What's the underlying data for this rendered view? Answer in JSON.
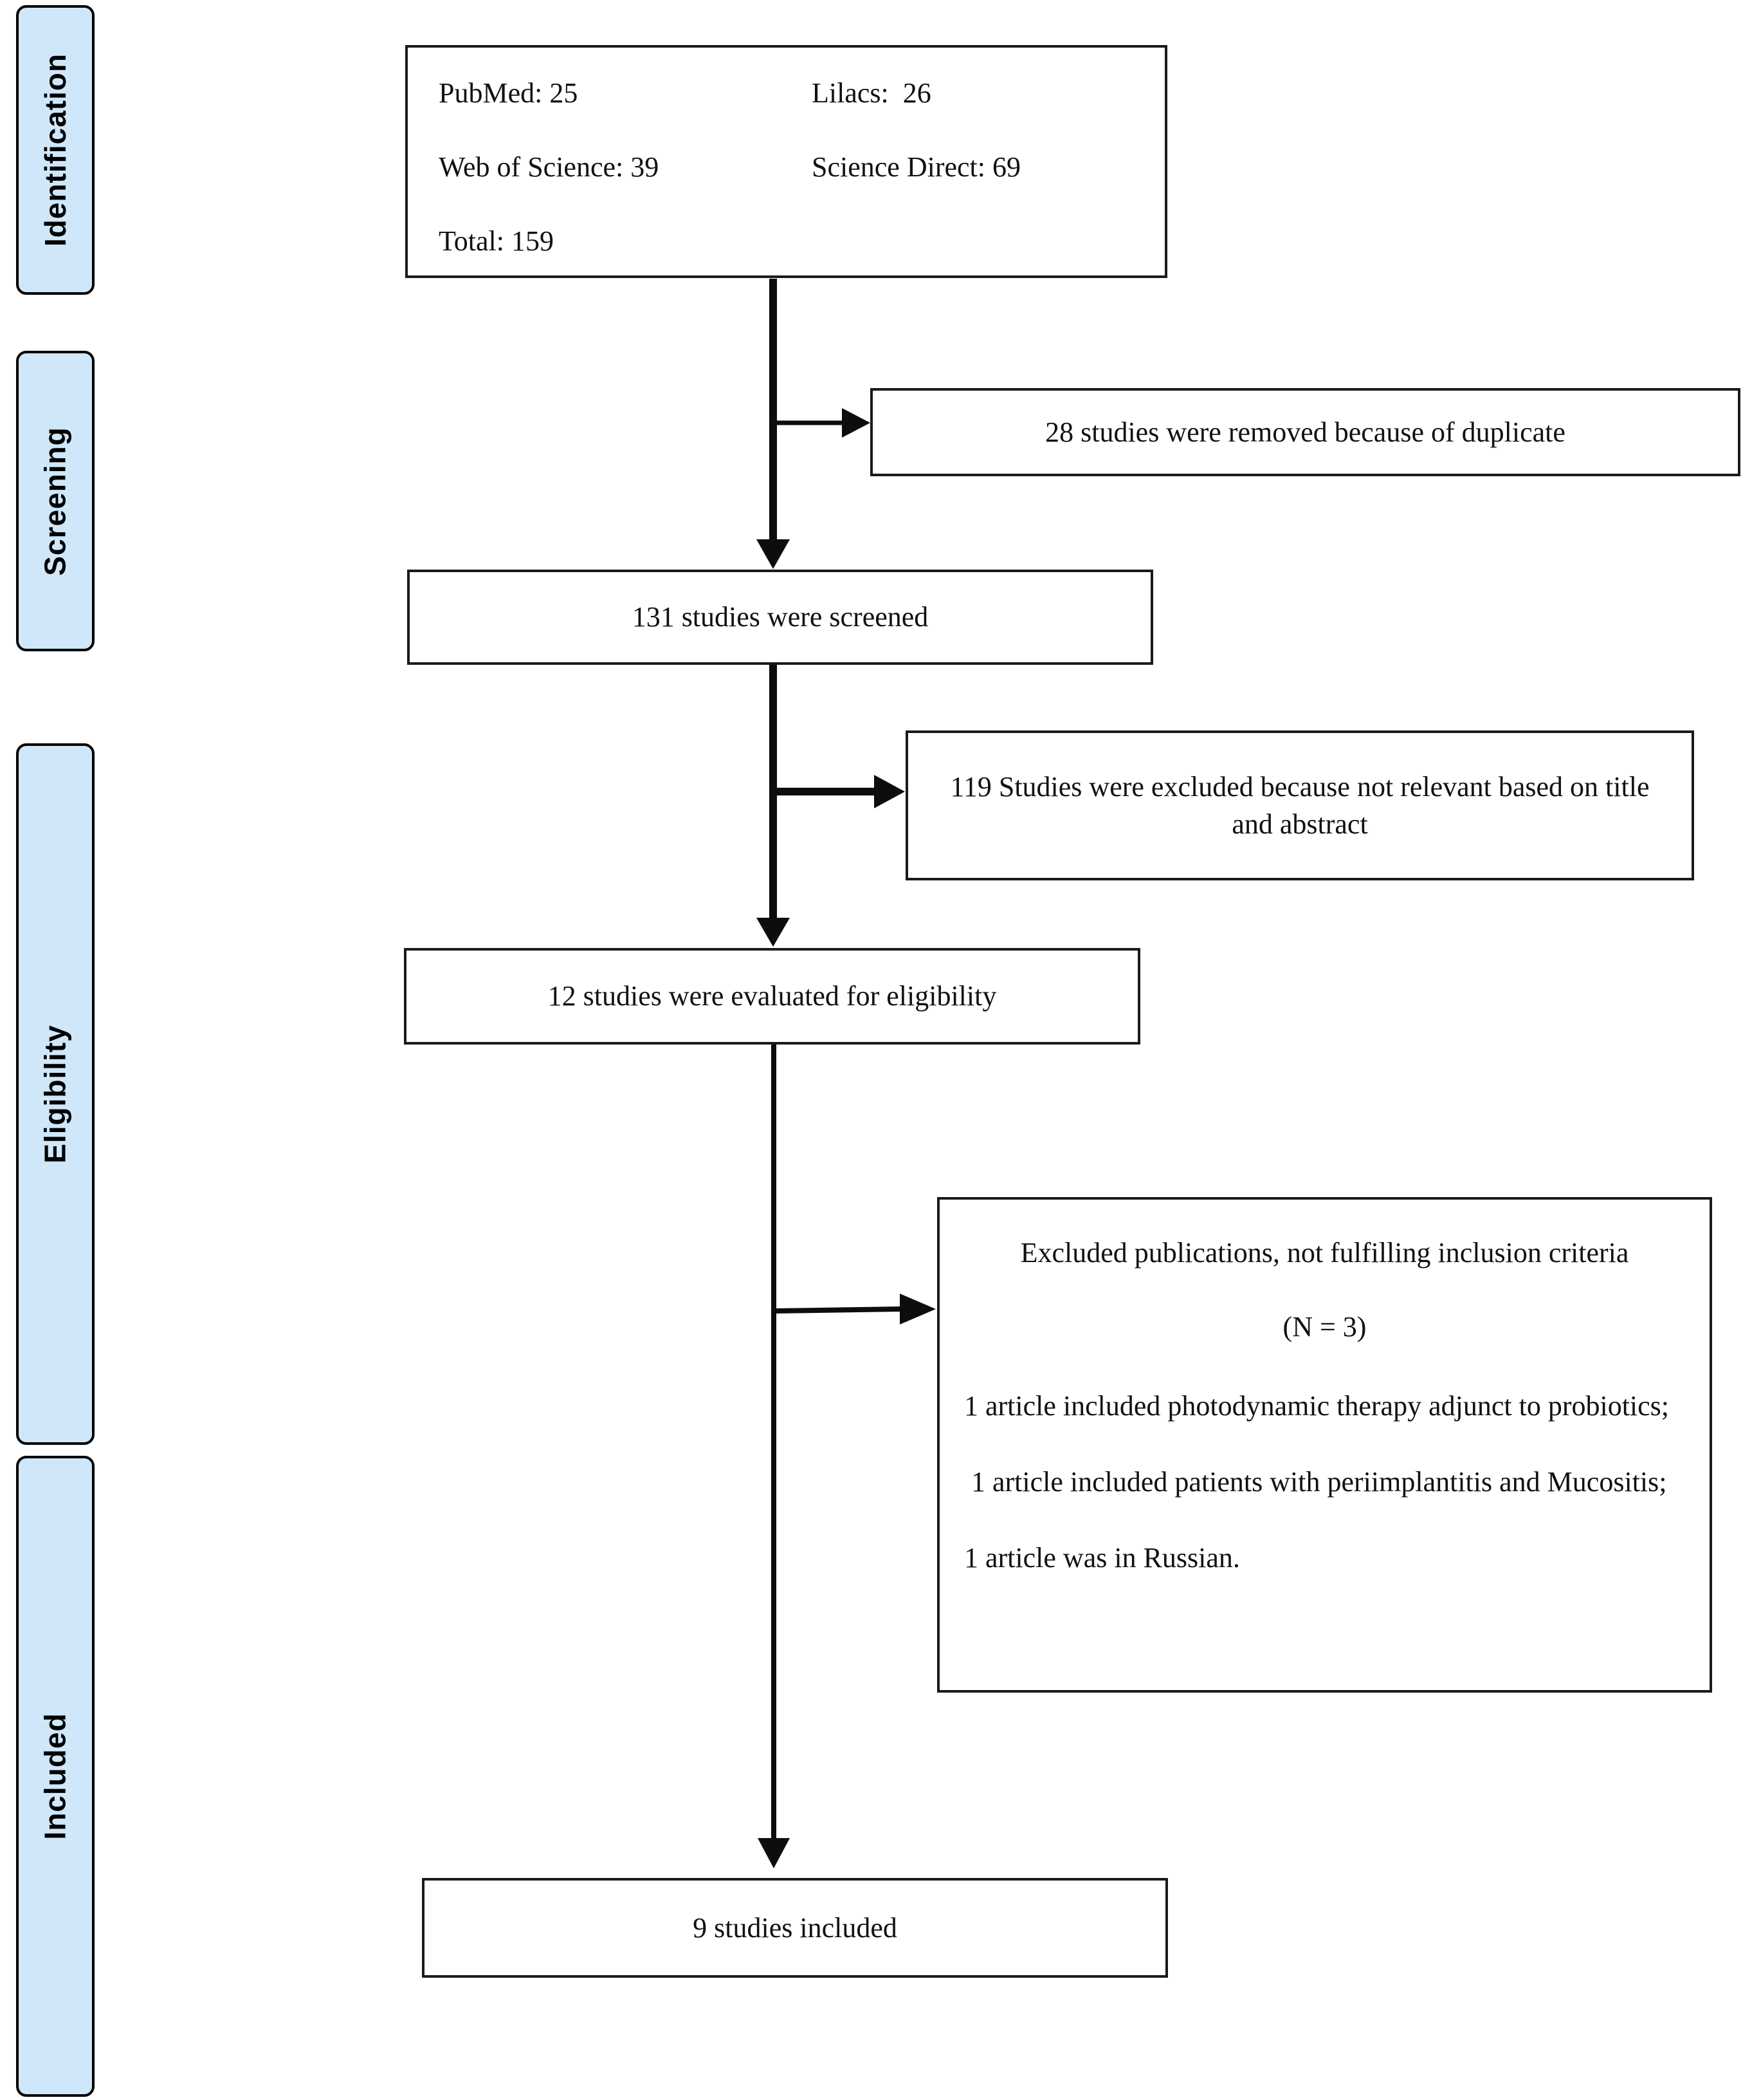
{
  "sidebar": {
    "stages": [
      {
        "label": "Identification"
      },
      {
        "label": "Screening"
      },
      {
        "label": "Eligibility"
      },
      {
        "label": "Included"
      }
    ]
  },
  "flow": {
    "sources_box": {
      "left_column": [
        "PubMed: 25",
        "Web of Science: 39",
        "Total: 159"
      ],
      "right_column": [
        "Lilacs:  26",
        "Science Direct: 69"
      ]
    },
    "duplicates_box": {
      "text": "28 studies were removed because of duplicate"
    },
    "screened_box": {
      "text": "131 studies were screened"
    },
    "excluded_screening_box": {
      "text": "119 Studies were excluded because not relevant based on title and abstract"
    },
    "eligibility_box": {
      "text": "12 studies were evaluated for eligibility"
    },
    "excluded_criteria_box": {
      "title": "Excluded publications, not fulfilling inclusion criteria",
      "count": "(N = 3)",
      "reasons": [
        "1 article included photodynamic therapy adjunct to probiotics;",
        " 1 article included patients with periimplantitis and Mucositis;",
        "1 article was in Russian."
      ]
    },
    "included_box": {
      "text": "9 studies included"
    }
  },
  "colors": {
    "stage_fill": "#cfe7f9",
    "box_background": "#ffffff",
    "border": "#1a1a1a",
    "line": "#0d0d0d",
    "text": "#111111"
  }
}
